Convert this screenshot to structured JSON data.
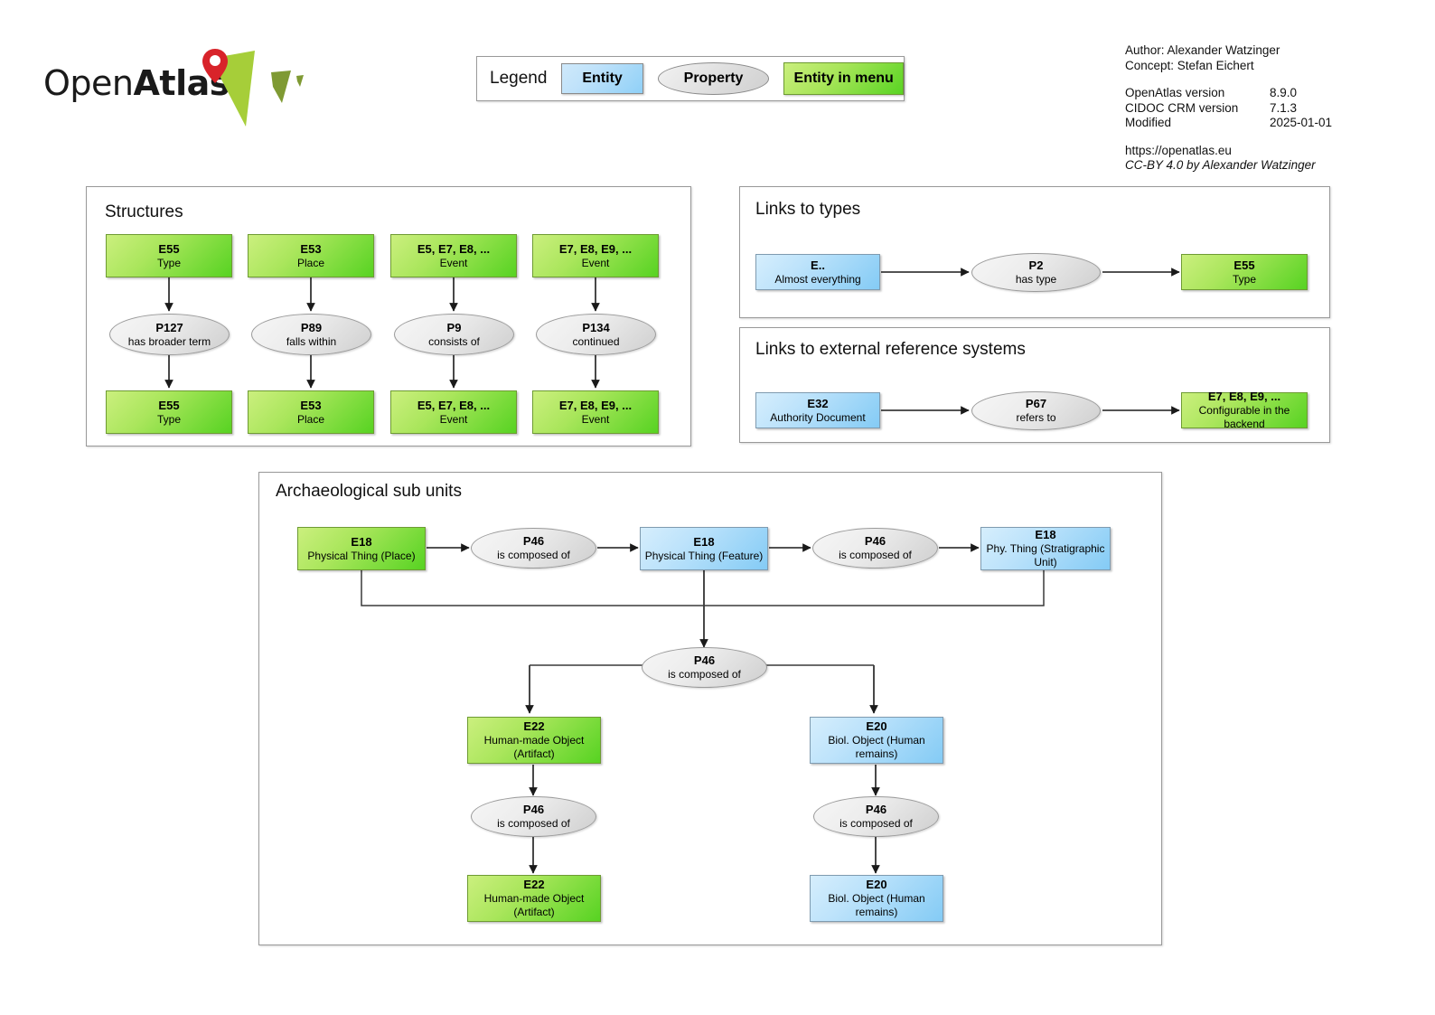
{
  "logo": {
    "text_light": "Open",
    "text_bold": "Atlas",
    "mark_name": "openatlas-map-pin-logo"
  },
  "legend": {
    "label": "Legend",
    "items": [
      {
        "key": "entity",
        "label": "Entity",
        "shape": "rect",
        "color": "#bfe2fa"
      },
      {
        "key": "property",
        "label": "Property",
        "shape": "ellipse",
        "color": "#e2e2e2"
      },
      {
        "key": "menu",
        "label": "Entity in menu",
        "shape": "rect",
        "color": "#a9e55a"
      }
    ]
  },
  "meta": {
    "author_line": "Author: Alexander Watzinger",
    "concept_line": "Concept: Stefan Eichert",
    "rows": [
      {
        "key": "OpenAtlas version",
        "value": "8.9.0"
      },
      {
        "key": "CIDOC CRM version",
        "value": "7.1.3"
      },
      {
        "key": "Modified",
        "value": "2025-01-01"
      }
    ],
    "url": "https://openatlas.eu",
    "license": "CC-BY 4.0 by Alexander Watzinger"
  },
  "panels": {
    "structures": {
      "title": "Structures"
    },
    "types": {
      "title": "Links to types"
    },
    "ers": {
      "title": "Links to external reference systems"
    },
    "arch": {
      "title": "Archaeological sub units"
    }
  },
  "structures": {
    "columns": [
      {
        "top": {
          "code": "E55",
          "label": "Type",
          "style": "green"
        },
        "property": {
          "code": "P127",
          "label": "has broader term"
        },
        "bottom": {
          "code": "E55",
          "label": "Type",
          "style": "green"
        }
      },
      {
        "top": {
          "code": "E53",
          "label": "Place",
          "style": "green"
        },
        "property": {
          "code": "P89",
          "label": "falls within"
        },
        "bottom": {
          "code": "E53",
          "label": "Place",
          "style": "green"
        }
      },
      {
        "top": {
          "code": "E5, E7, E8, ...",
          "label": "Event",
          "style": "green"
        },
        "property": {
          "code": "P9",
          "label": "consists of"
        },
        "bottom": {
          "code": "E5, E7, E8, ...",
          "label": "Event",
          "style": "green"
        }
      },
      {
        "top": {
          "code": "E7, E8, E9, ...",
          "label": "Event",
          "style": "green"
        },
        "property": {
          "code": "P134",
          "label": "continued"
        },
        "bottom": {
          "code": "E7, E8, E9, ...",
          "label": "Event",
          "style": "green"
        }
      }
    ]
  },
  "types_chain": {
    "source": {
      "code": "E..",
      "label": "Almost everything",
      "style": "blue"
    },
    "property": {
      "code": "P2",
      "label": "has type"
    },
    "target": {
      "code": "E55",
      "label": "Type",
      "style": "green"
    }
  },
  "ers_chain": {
    "source": {
      "code": "E32",
      "label": "Authority Document",
      "style": "blue"
    },
    "property": {
      "code": "P67",
      "label": "refers to"
    },
    "target": {
      "code": "E7, E8, E9, ...",
      "label": "Configurable in the backend",
      "style": "green"
    }
  },
  "arch": {
    "row1": [
      {
        "code": "E18",
        "label": "Physical Thing (Place)",
        "style": "green"
      },
      {
        "code": "P46",
        "label": "is composed of",
        "style": "ellipse"
      },
      {
        "code": "E18",
        "label": "Physical Thing (Feature)",
        "style": "blue"
      },
      {
        "code": "P46",
        "label": "is composed of",
        "style": "ellipse"
      },
      {
        "code": "E18",
        "label": "Phy. Thing (Stratigraphic Unit)",
        "style": "blue"
      }
    ],
    "hub": {
      "code": "P46",
      "label": "is composed of",
      "style": "ellipse"
    },
    "left_branch": [
      {
        "code": "E22",
        "label": "Human-made Object (Artifact)",
        "style": "green"
      },
      {
        "code": "P46",
        "label": "is composed of",
        "style": "ellipse"
      },
      {
        "code": "E22",
        "label": "Human-made Object (Artifact)",
        "style": "green"
      }
    ],
    "right_branch": [
      {
        "code": "E20",
        "label": "Biol. Object (Human remains)",
        "style": "blue"
      },
      {
        "code": "P46",
        "label": "is composed of",
        "style": "ellipse"
      },
      {
        "code": "E20",
        "label": "Biol. Object (Human remains)",
        "style": "blue"
      }
    ]
  },
  "colors": {
    "entity_blue": "#bde3fb",
    "entity_green": "#aae65c",
    "property_grey": "#e2e2e2",
    "panel_border": "#999999",
    "edge": "#1a1a1a",
    "logo_red": "#d8232a",
    "logo_green": "#a6ce39",
    "logo_olive": "#7f9a33"
  }
}
